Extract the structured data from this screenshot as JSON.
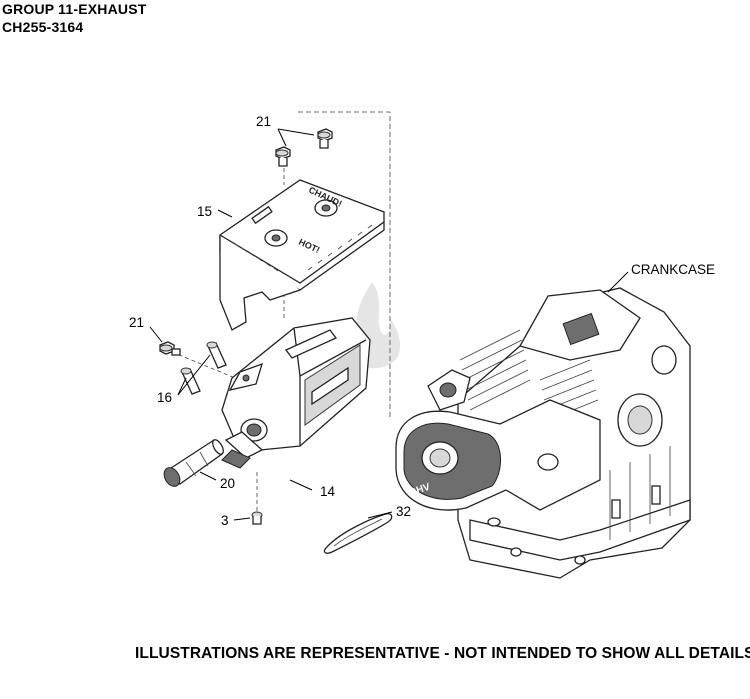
{
  "header": {
    "title": "GROUP 11-EXHAUST",
    "model": "CH255-3164"
  },
  "footer": {
    "note": "ILLUSTRATIONS ARE REPRESENTATIVE - NOT INTENDED TO SHOW ALL DETAILS"
  },
  "callouts": {
    "c21_top": "21",
    "c15": "15",
    "c21_left": "21",
    "c16": "16",
    "c20": "20",
    "c14": "14",
    "c3": "3",
    "c32": "32",
    "crankcase": "CRANKCASE"
  },
  "stamps": {
    "heat_shield_top": "CHAUD!",
    "heat_shield_bottom": "HOT!",
    "engine_badge": "OHV"
  }
}
